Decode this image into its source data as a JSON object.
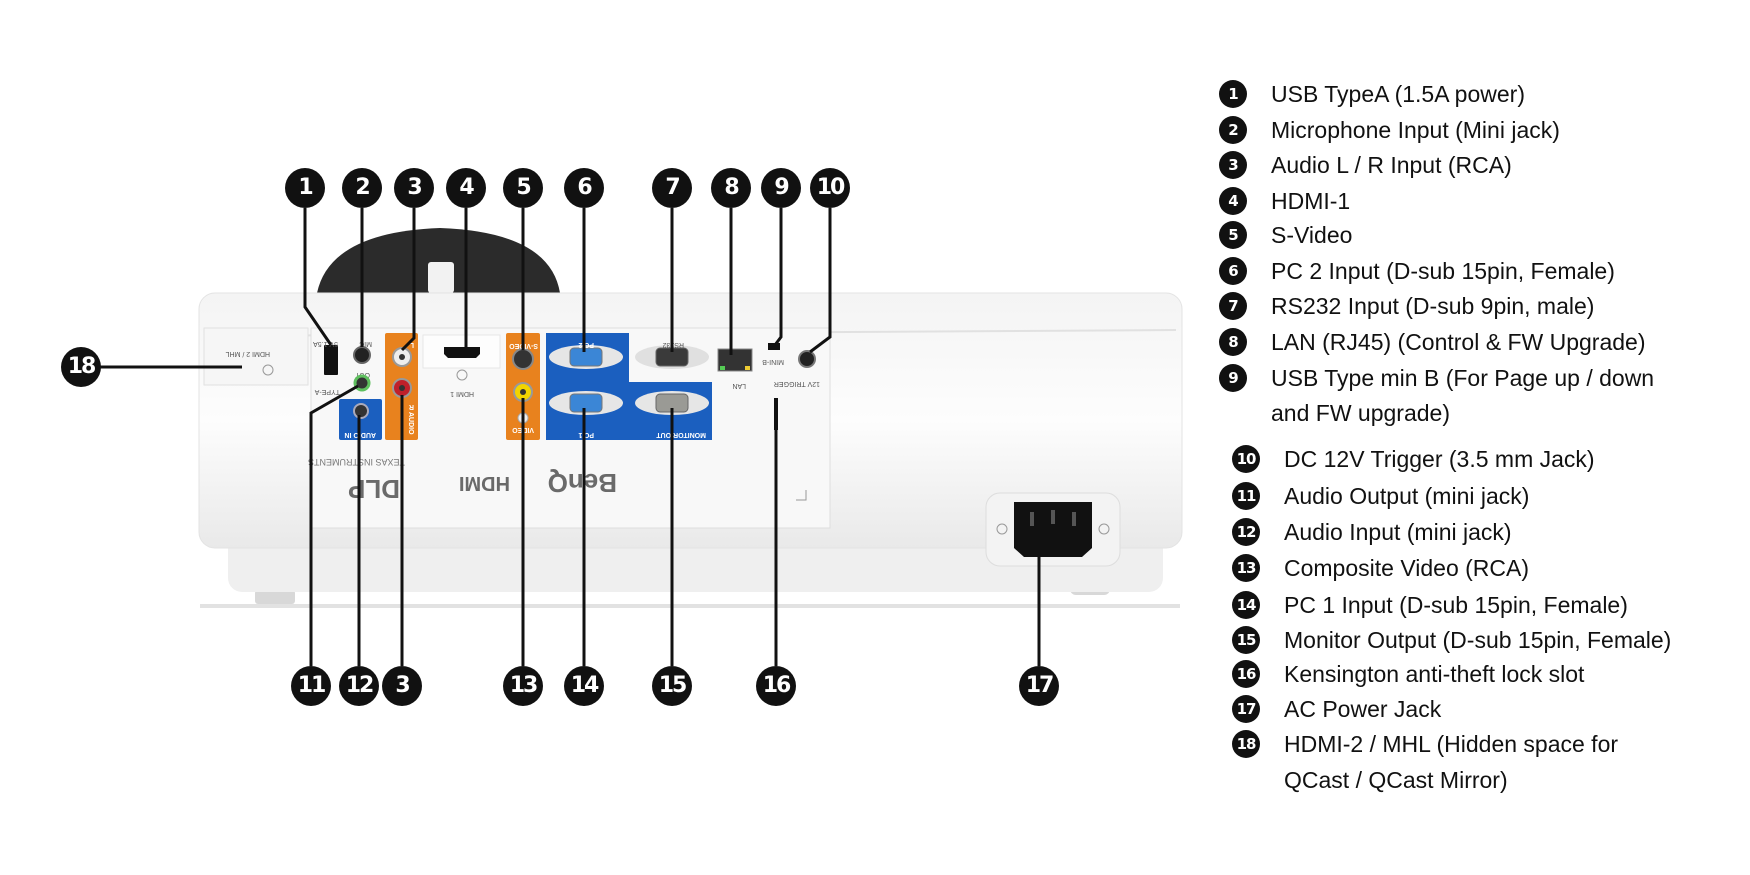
{
  "callouts_top": [
    "1",
    "2",
    "3",
    "4",
    "5",
    "6",
    "7",
    "8",
    "9",
    "10"
  ],
  "callouts_bottom": [
    "11",
    "12",
    "3",
    "13",
    "14",
    "15",
    "16",
    "17"
  ],
  "callout_side": "18",
  "panel_labels": {
    "hdmi2": "HDMI 2 / MHL",
    "usb_power": "5V 1.5A",
    "mic": "MIC",
    "out": "OUT",
    "type_a": "TYPE-A",
    "audio_in": "AUDIO IN",
    "audio": "AUDIO",
    "l": "L",
    "r": "R",
    "hdmi1": "HDMI 1",
    "svideo": "S-VIDEO",
    "video": "VIDEO",
    "pc2": "PC 2",
    "rs232": "RS232",
    "pc1": "PC 1",
    "monitor_out": "MONITOR OUT",
    "lan": "LAN",
    "mini_b": "MINI-B",
    "trigger": "12V TRIGGER"
  },
  "logos": {
    "benq": "BenQ",
    "hdmi": "HDMI",
    "dlp": "DLP",
    "ti": "TEXAS INSTRUMENTS"
  },
  "legend": [
    {
      "num": "1",
      "text": "USB TypeA (1.5A power)"
    },
    {
      "num": "2",
      "text": "Microphone Input (Mini jack)"
    },
    {
      "num": "3",
      "text": "Audio L / R Input (RCA)"
    },
    {
      "num": "4",
      "text": "HDMI-1"
    },
    {
      "num": "5",
      "text": "S-Video"
    },
    {
      "num": "6",
      "text": "PC 2 Input (D-sub 15pin, Female)"
    },
    {
      "num": "7",
      "text": "RS232 Input (D-sub 9pin, male)"
    },
    {
      "num": "8",
      "text": "LAN (RJ45) (Control & FW Upgrade)"
    },
    {
      "num": "9",
      "text": "USB Type min B (For Page up / down",
      "cont": "and FW upgrade)"
    },
    {
      "num": "10",
      "text": "DC 12V Trigger (3.5 mm Jack)"
    },
    {
      "num": "11",
      "text": "Audio Output (mini jack)"
    },
    {
      "num": "12",
      "text": "Audio Input (mini jack)"
    },
    {
      "num": "13",
      "text": "Composite Video (RCA)"
    },
    {
      "num": "14",
      "text": "PC 1 Input (D-sub 15pin, Female)"
    },
    {
      "num": "15",
      "text": "Monitor Output (D-sub 15pin, Female)"
    },
    {
      "num": "16",
      "text": "Kensington anti-theft lock slot"
    },
    {
      "num": "17",
      "text": "AC Power Jack"
    },
    {
      "num": "18",
      "text": "HDMI-2 / MHL (Hidden space for",
      "cont": "QCast / QCast Mirror)"
    }
  ],
  "colors": {
    "orange": "#e8821e",
    "blue": "#1b5fbf",
    "callout": "#111111"
  }
}
